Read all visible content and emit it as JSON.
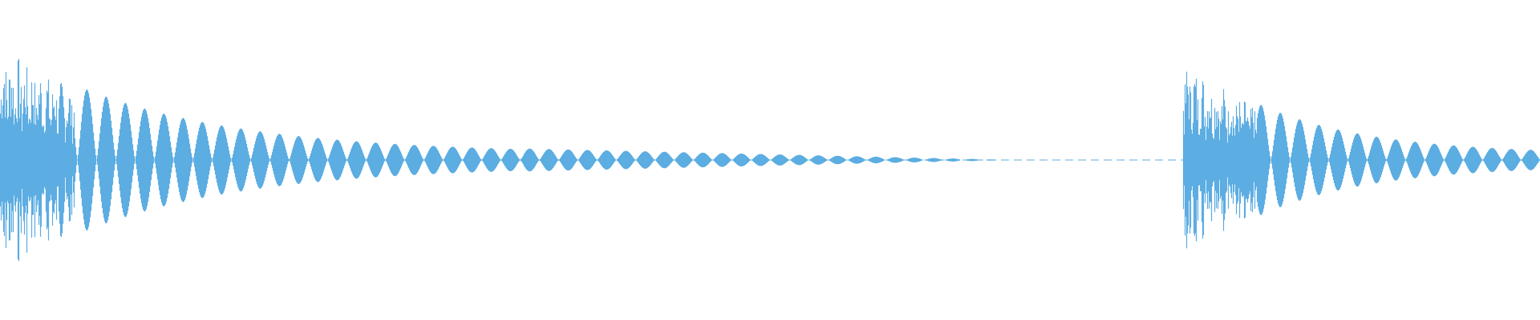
{
  "waveform": {
    "color": "#5dade2",
    "background": "#ffffff",
    "baseline": "dashed",
    "hits": [
      {
        "start": 0.0,
        "attack": 1.0,
        "decay_length": 0.34,
        "taper_length": 0.32
      },
      {
        "start": 0.768,
        "attack": 0.91,
        "decay_length": 0.232,
        "taper_length": 0.0
      }
    ]
  }
}
